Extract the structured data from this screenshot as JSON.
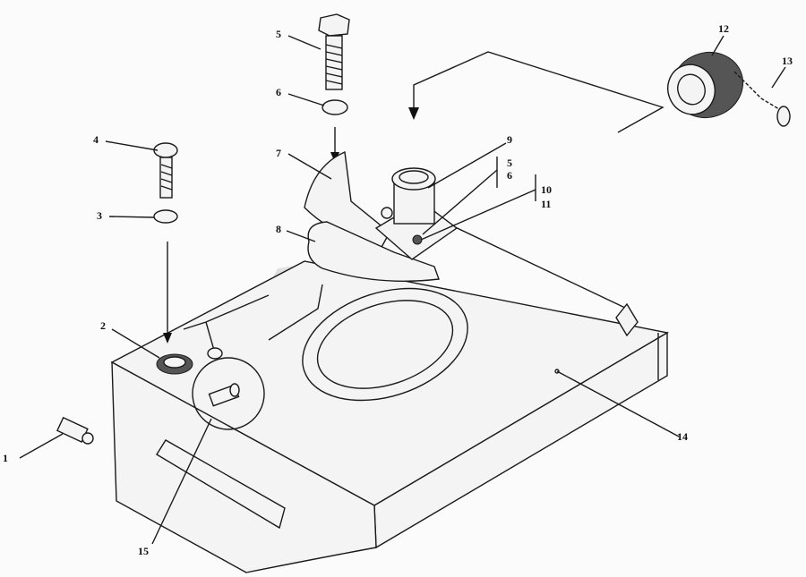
{
  "diagram": {
    "type": "exploded parts diagram",
    "callouts": [
      {
        "id": "1",
        "text": "1"
      },
      {
        "id": "2",
        "text": "2"
      },
      {
        "id": "3",
        "text": "3"
      },
      {
        "id": "4",
        "text": "4"
      },
      {
        "id": "5",
        "text": "5"
      },
      {
        "id": "6",
        "text": "6"
      },
      {
        "id": "7",
        "text": "7"
      },
      {
        "id": "8",
        "text": "8"
      },
      {
        "id": "9",
        "text": "9"
      },
      {
        "id": "5b",
        "text": "5"
      },
      {
        "id": "6b",
        "text": "6"
      },
      {
        "id": "10",
        "text": "10"
      },
      {
        "id": "11",
        "text": "11"
      },
      {
        "id": "12",
        "text": "12"
      },
      {
        "id": "13",
        "text": "13"
      },
      {
        "id": "14",
        "text": "14"
      },
      {
        "id": "15",
        "text": "15"
      }
    ]
  }
}
